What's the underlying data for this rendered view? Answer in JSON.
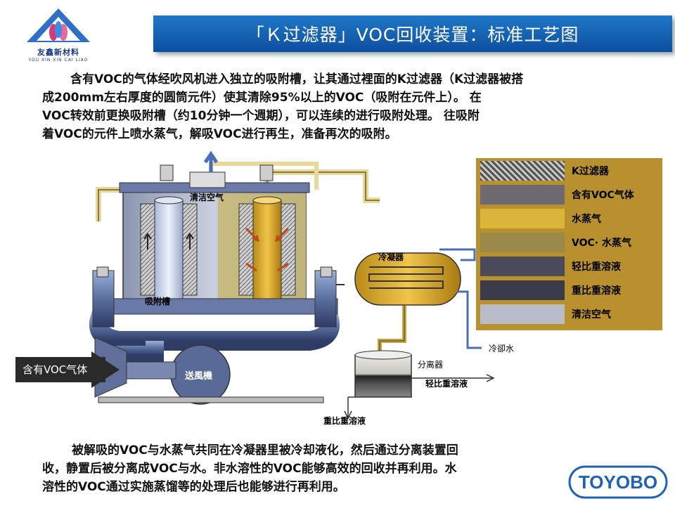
{
  "logo": {
    "name": "友鑫新材料",
    "pinyin": "YOU XIN XIN CAI LIAO"
  },
  "title": "「Ｋ过滤器」VOC回收装置：标准工艺图",
  "intro": [
    "含有VOC的气体经吹风机进入独立的吸附槽，让其通过裡面的K过滤器（K过滤器被搭",
    "成200mm左右厚度的圆筒元件）使其清除95%以上的VOC（吸附在元件上）。      在",
    "VOC转效前更换吸附槽（约10分钟一个週期），可以连续的进行吸附处理。        往吸附",
    "着VOC的元件上喷水蒸气，解吸VOC进行再生，准备再次的吸附。"
  ],
  "labels": {
    "clean_air_top": "清洁空气",
    "adsorber": "吸附槽",
    "condenser": "冷凝器",
    "cooling_water": "冷卻水",
    "separator": "分离器",
    "light_solvent": "轻比重溶液",
    "heavy_solvent": "重比重溶液",
    "blower": "送風機",
    "input_gas": "含有VOC气体"
  },
  "legend": [
    {
      "label": "K过滤器",
      "color": "#8a8a8a"
    },
    {
      "label": "含有VOC气体",
      "color": "#6e6a72"
    },
    {
      "label": "水蒸气",
      "color": "#d9b53a"
    },
    {
      "label": "VOC· 水蒸气",
      "color": "#9a8a4a"
    },
    {
      "label": "轻比重溶液",
      "color": "#4a4a5a"
    },
    {
      "label": "重比重溶液",
      "color": "#3a3a48"
    },
    {
      "label": "清洁空气",
      "color": "#b8bcc8"
    }
  ],
  "outro": [
    "被解吸的VOC与水蒸气共同在冷凝器里被冷却液化，然后通过分离装置回",
    "收，静置后被分离成VOC与水。非水溶性的VOC能够高效的回收并再利用。水",
    "溶性的VOC通过实施蒸馏等的处理后也能够进行再利用。"
  ],
  "brand": "TOYOBO"
}
